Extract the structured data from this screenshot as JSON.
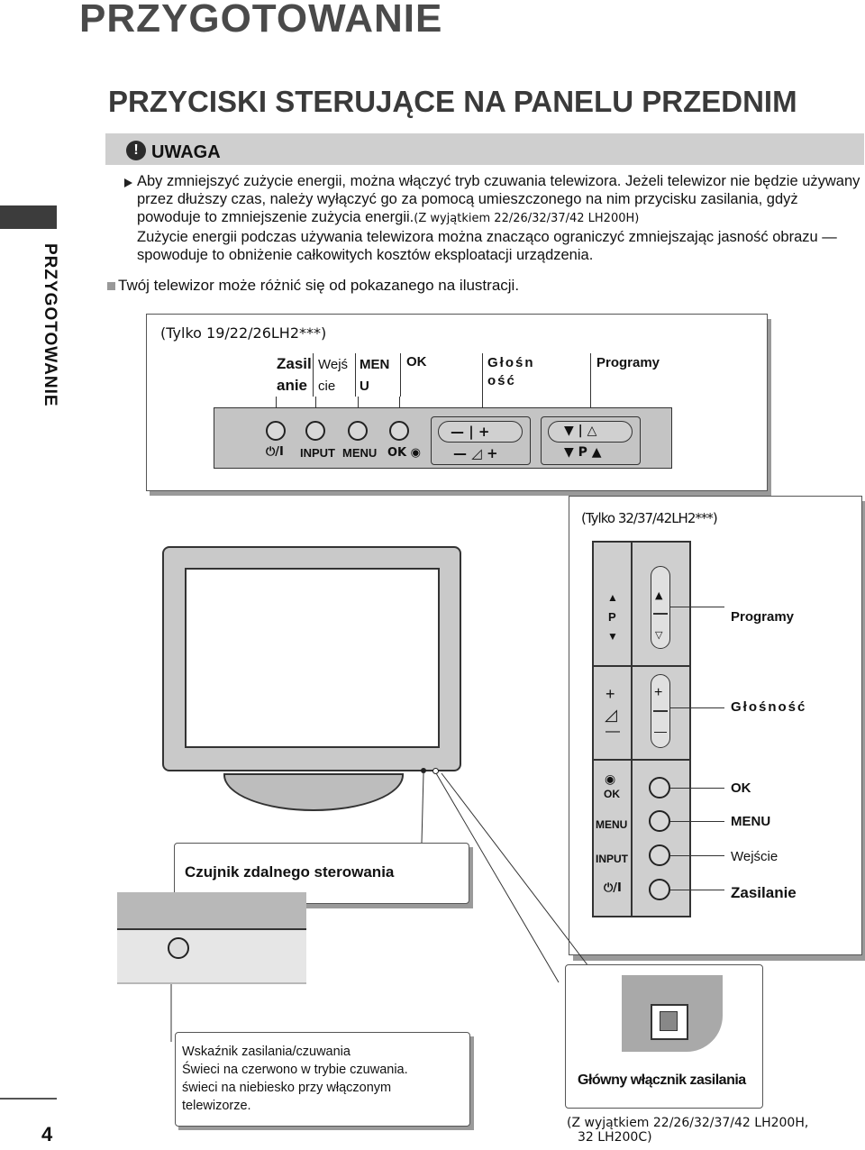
{
  "page": {
    "title": "PRZYGOTOWANIE",
    "section_title": "PRZYCISKI STERUJĄCE NA PANELU PRZEDNIM",
    "side_label": "PRZYGOTOWANIE",
    "page_number": "4"
  },
  "note": {
    "heading": "UWAGA",
    "icon": "!",
    "text_main": "Aby zmniejszyć zużycie energii, można włączyć tryb czuwania telewizora. Jeżeli telewizor nie będzie używany przez dłuższy czas, należy wyłączyć go za pomocą umieszczonego na nim przycisku zasilania, gdyż powoduje to zmniejszenie zużycia energii.",
    "text_small": "(Z wyjątkiem 22/26/32/37/42 LH200H)",
    "text_second": "Zużycie energii podczas używania telewizora można znacząco ograniczyć zmniejszając jasność obrazu — spowoduje to obniżenie całkowitych kosztów eksploatacji urządzenia.",
    "tv_note": "Twój telewizor może różnić się od pokazanego na ilustracji."
  },
  "top_diagram": {
    "model_note": "(Tylko 19/22/26LH2***)",
    "labels": {
      "power_1": "Zasil",
      "power_2": "anie",
      "input_1": "Wejś",
      "input_2": "cie",
      "menu_1": "MEN",
      "menu_2": "U",
      "ok": "OK",
      "volume_1": "Głośn",
      "volume_2": "ość",
      "programs": "Programy"
    },
    "panel_text": {
      "power": "⏻/I",
      "input": "INPUT",
      "menu": "MENU",
      "ok": "OK ◉",
      "vol_rocker": "—  |  +",
      "vol_under": "—  ◿  +",
      "prog_rocker": "▼  |  △",
      "prog_under": "▼  P  ▲"
    }
  },
  "side_diagram": {
    "model_note": "(Tylko 32/37/42LH2***)",
    "labels": {
      "programs": "Programy",
      "volume": "Głośność",
      "ok": "OK",
      "menu": "MENU",
      "input": "Wejście",
      "power": "Zasilanie"
    },
    "panel_text": {
      "prog_up": "▲",
      "prog_p": "P",
      "prog_down": "▼",
      "vol_plus": "+",
      "vol_icon": "◿",
      "vol_minus": "—",
      "ok_sym": "◉",
      "ok": "OK",
      "menu": "MENU",
      "input": "INPUT",
      "power": "⏻/I"
    }
  },
  "sensor": {
    "title": "Czujnik zdalnego sterowania",
    "indicator_l1": "Wskaźnik zasilania/czuwania",
    "indicator_l2": "Świeci na czerwono w trybie czuwania.",
    "indicator_l3": "świeci na niebiesko przy włączonym",
    "indicator_l4": "telewizorze."
  },
  "main_switch": {
    "title": "Główny włącznik zasilania",
    "note_l1": "(Z wyjątkiem 22/26/32/37/42 LH200H,",
    "note_l2": "32 LH200C)"
  }
}
